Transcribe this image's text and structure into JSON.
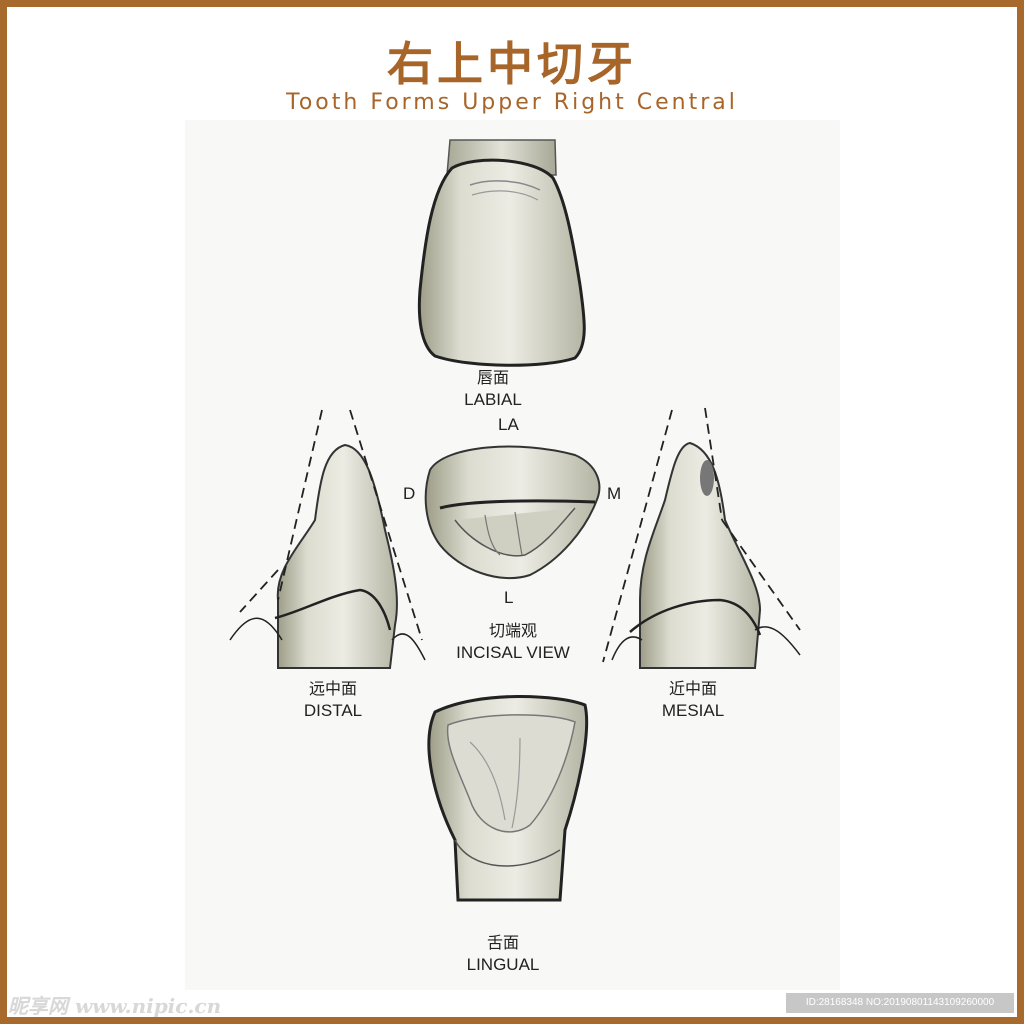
{
  "title": {
    "cn": "右上中切牙",
    "en": "Tooth Forms Upper Right Central"
  },
  "views": {
    "labial": {
      "cn": "唇面",
      "en": "LABIAL"
    },
    "incisal": {
      "cn": "切端观",
      "en": "INCISAL VIEW"
    },
    "distal": {
      "cn": "远中面",
      "en": "DISTAL"
    },
    "mesial": {
      "cn": "近中面",
      "en": "MESIAL"
    },
    "lingual": {
      "cn": "舌面",
      "en": "LINGUAL"
    }
  },
  "directions": {
    "la": "LA",
    "d": "D",
    "m": "M",
    "l": "L"
  },
  "watermark": {
    "left": "昵享网 www.nipic.cn",
    "right": "ID:28168348 NO:20190801143109260000"
  },
  "colors": {
    "frame": "#a86a2c",
    "title": "#a7652a"
  }
}
